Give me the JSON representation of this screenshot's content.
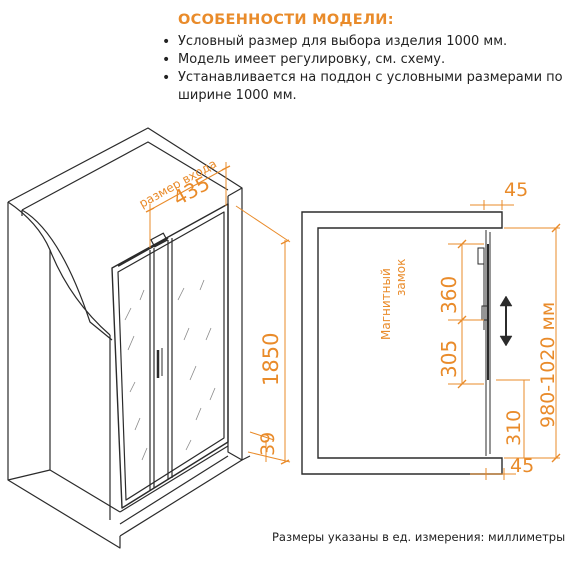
{
  "features": {
    "title": "ОСОБЕННОСТИ МОДЕЛИ:",
    "items": [
      "Условный размер для выбора изделия 1000 мм.",
      "Модель имеет регулировку, см. схему.",
      "Устанавливается на поддон с условными размерами по ширине 1000 мм."
    ]
  },
  "left_drawing": {
    "entry_label": "размер входа",
    "entry_width": "435",
    "height": "1850",
    "base_height": "39"
  },
  "plan_view": {
    "top_offset": "45",
    "bottom_offset": "45",
    "magnet_label": "Магнитный замок",
    "dim_360": "360",
    "dim_305": "305",
    "dim_310": "310",
    "range": "980-1020 мм"
  },
  "footnote": "Размеры указаны в ед. измерения: миллиметры",
  "colors": {
    "accent": "#e98b2a",
    "line": "#2b2b2b"
  }
}
